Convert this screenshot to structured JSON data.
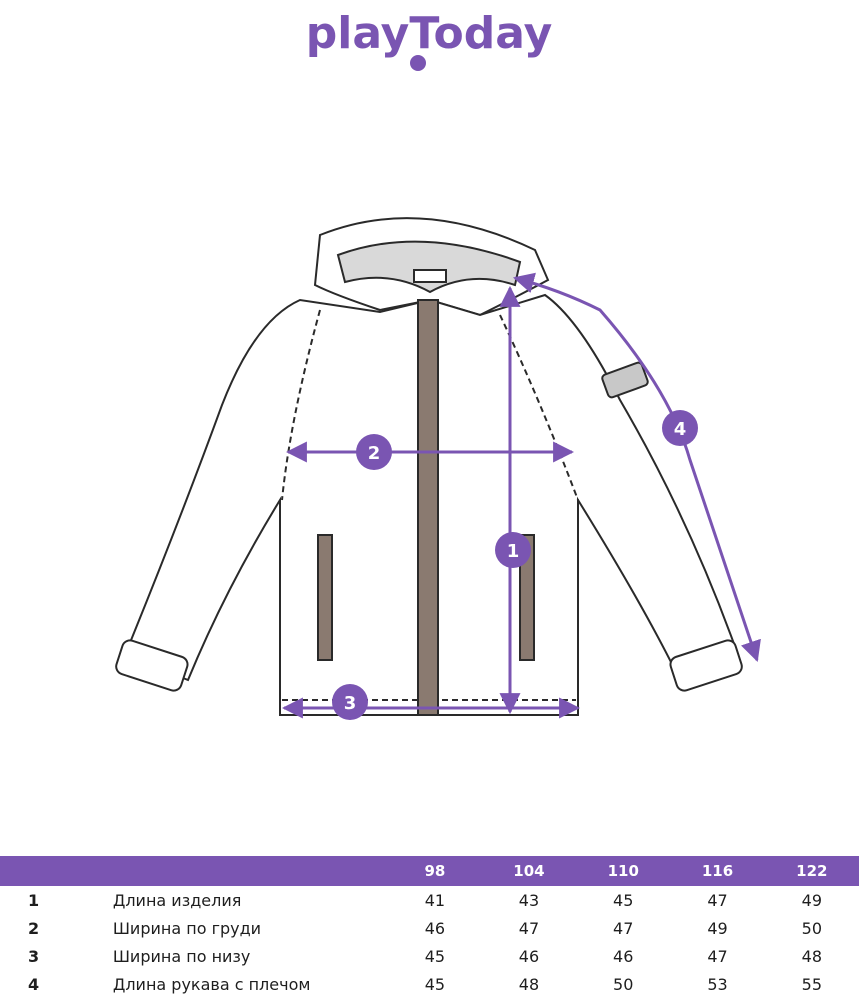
{
  "brand": {
    "logo_text": "playToday",
    "color": "#7a55b2"
  },
  "markers": [
    "1",
    "2",
    "3",
    "4"
  ],
  "table": {
    "header_color": "#7a55b2",
    "sizes": [
      "98",
      "104",
      "110",
      "116",
      "122"
    ],
    "rows": [
      {
        "num": "1",
        "label": "Длина изделия",
        "values": [
          "41",
          "43",
          "45",
          "47",
          "49"
        ]
      },
      {
        "num": "2",
        "label": "Ширина по груди",
        "values": [
          "46",
          "47",
          "47",
          "49",
          "50"
        ]
      },
      {
        "num": "3",
        "label": "Ширина по низу",
        "values": [
          "45",
          "46",
          "46",
          "47",
          "48"
        ]
      },
      {
        "num": "4",
        "label": "Длина рукава с плечом",
        "values": [
          "45",
          "48",
          "50",
          "53",
          "55"
        ]
      }
    ]
  }
}
